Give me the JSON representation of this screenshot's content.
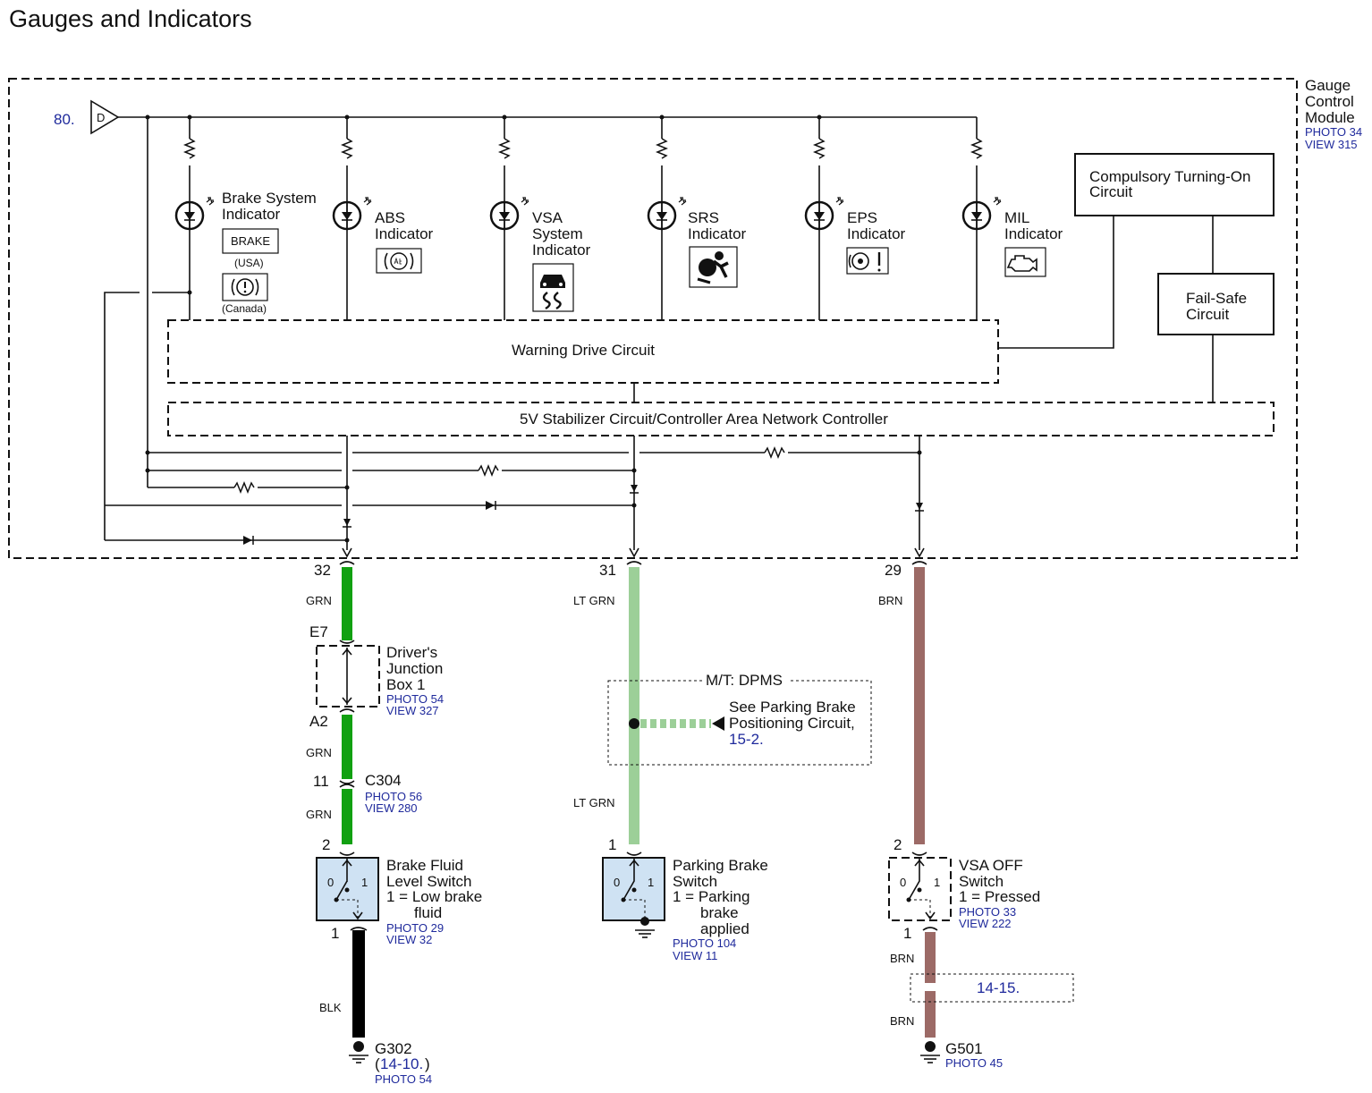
{
  "title": "Gauges and Indicators",
  "module": {
    "name_lines": [
      "Gauge",
      "Control",
      "Module"
    ],
    "photo": "PHOTO 34",
    "view": "VIEW 315",
    "input_ref": "80.",
    "input_symbol": "D"
  },
  "indicators": [
    {
      "lines": [
        "Brake System",
        "Indicator"
      ],
      "icon": "brake-warning-icon",
      "usa_text": "BRAKE",
      "usa_label": "(USA)",
      "canada_label": "(Canada)"
    },
    {
      "lines": [
        "ABS",
        "Indicator"
      ],
      "icon": "abs-icon"
    },
    {
      "lines": [
        "VSA",
        "System",
        "Indicator"
      ],
      "icon": "vsa-skid-icon"
    },
    {
      "lines": [
        "SRS",
        "Indicator"
      ],
      "icon": "srs-airbag-icon"
    },
    {
      "lines": [
        "EPS",
        "Indicator"
      ],
      "icon": "eps-steering-icon"
    },
    {
      "lines": [
        "MIL",
        "Indicator"
      ],
      "icon": "engine-check-icon"
    }
  ],
  "blocks": {
    "warning_drive": "Warning Drive Circuit",
    "stabilizer": "5V Stabilizer Circuit/Controller Area Network Controller",
    "compulsory": [
      "Compulsory Turning-On",
      "Circuit"
    ],
    "failsafe": [
      "Fail-Safe",
      "Circuit"
    ]
  },
  "wires": {
    "left": {
      "pin": "32",
      "color_label": "GRN",
      "color": "#11a011",
      "jbox_top_pin": "E7",
      "jbox_bottom_pin": "A2",
      "jbox_lines": [
        "Driver's",
        "Junction",
        "Box 1"
      ],
      "jbox_photo": "PHOTO 54",
      "jbox_view": "VIEW 327",
      "color_label_2": "GRN",
      "connector_pin": "11",
      "connector": "C304",
      "connector_photo": "PHOTO 56",
      "connector_view": "VIEW 280",
      "color_label_3": "GRN",
      "switch_top_pin": "2",
      "switch_lines": [
        "Brake Fluid",
        "Level Switch",
        "1 = Low brake",
        "fluid"
      ],
      "switch_photo": "PHOTO 29",
      "switch_view": "VIEW 32",
      "switch_bottom_pin": "1",
      "ground_wire_label": "BLK",
      "ground_wire_color": "#000000",
      "ground": "G302",
      "ground_ref_open": "(",
      "ground_ref": "14-10.",
      "ground_ref_close": ")",
      "ground_photo": "PHOTO 54"
    },
    "middle": {
      "pin": "31",
      "color_label": "LT GRN",
      "color": "#9ccf98",
      "dpms_title": "M/T: DPMS",
      "dpms_lines": [
        "See Parking Brake",
        "Positioning Circuit,"
      ],
      "dpms_ref": "15-2.",
      "color_label_2": "LT GRN",
      "switch_top_pin": "1",
      "switch_lines": [
        "Parking Brake",
        "Switch",
        "1 = Parking",
        "brake",
        "applied"
      ],
      "switch_photo": "PHOTO 104",
      "switch_view": "VIEW 11"
    },
    "right": {
      "pin": "29",
      "color_label": "BRN",
      "color": "#9c6a66",
      "switch_top_pin": "2",
      "switch_lines": [
        "VSA OFF",
        "Switch",
        "1 = Pressed"
      ],
      "switch_photo": "PHOTO 33",
      "switch_view": "VIEW 222",
      "switch_bottom_pin": "1",
      "color_label_2": "BRN",
      "ref": "14-15.",
      "color_label_3": "BRN",
      "ground": "G501",
      "ground_photo": "PHOTO 45"
    }
  },
  "switch_positions": [
    "0",
    "1"
  ],
  "colors": {
    "module_fill": "#cfe2f3",
    "link": "#1f2a9c"
  }
}
